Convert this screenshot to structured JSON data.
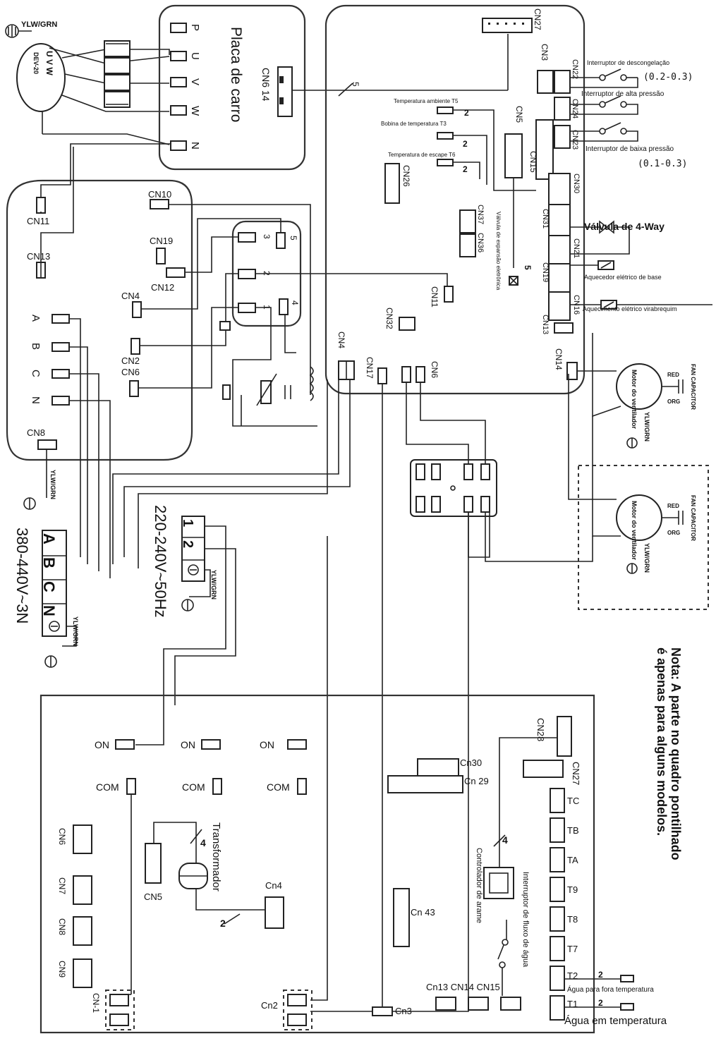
{
  "top_left": {
    "earth_top": "YLW/GRN",
    "compressor_uvw": "U V W",
    "compressor_id": "DEV-20"
  },
  "driver_board": {
    "title": "Placa de carro",
    "terminals": [
      "P",
      "U",
      "V",
      "W",
      "N"
    ],
    "connector": "CN6 14"
  },
  "filter_board": {
    "connectors": [
      "CN11",
      "CN13",
      "CN10",
      "CN19",
      "CN12",
      "CN4",
      "CN2",
      "CN6",
      "CN8"
    ],
    "terminals": [
      "A",
      "B",
      "C",
      "N"
    ],
    "relay_pins": [
      "3",
      "2",
      "1"
    ],
    "relay_coil": [
      "5",
      "4"
    ],
    "earth": "YLW/GRN"
  },
  "main_board": {
    "connectors": [
      "CN27",
      "CN3",
      "CN22",
      "CN24",
      "CN23",
      "CN5",
      "CN15",
      "CN26",
      "CN30",
      "CN31",
      "CN21",
      "CN19",
      "CN16",
      "CN13",
      "CN37",
      "CN36",
      "CN11",
      "CN32",
      "CN4",
      "CN17",
      "CN6",
      "CN14"
    ],
    "wire_count_5": "5",
    "wire_count_2": "2",
    "sensor_t5": "Temperatura ambiente T5",
    "sensor_t3": "Bobina de temperatura T3",
    "sensor_t6": "Temperatura de escape T6",
    "exp_valve": "Válvula de expansão eletrônica"
  },
  "right_labels": {
    "defrost_switch": "Interruptor de descongelação",
    "defrost_range": "(0.2-0.3)",
    "high_pressure": "Interruptor de alta pressão",
    "low_pressure": "Interruptor de baixa pressão",
    "low_range": "(0.1-0.3)",
    "four_way": "Válvula de 4-Way",
    "base_heater": "Aquecedor elétrico de base",
    "crank_heater": "Aquecimento elétrico virabrequim"
  },
  "fans": {
    "motor": "Motor do ventilador",
    "red": "RED",
    "org": "ORG",
    "capacitor": "FAN CAPACITOR",
    "earth": "YLW/GRN"
  },
  "power": {
    "three_phase_terms": [
      "A",
      "B",
      "C",
      "N"
    ],
    "three_phase_label": "380-440V~3N",
    "single_phase_terms": [
      "1",
      "2"
    ],
    "single_phase_label": "220-240V~50Hz",
    "earth": "YLW/GRN"
  },
  "note": {
    "line1": "Nota: A parte no quadro pontilhado",
    "line2": "é apenas para alguns modelos."
  },
  "lower_board": {
    "relays": [
      "ON",
      "ON",
      "ON"
    ],
    "coms": [
      "COM",
      "COM",
      "COM"
    ],
    "left_cn": [
      "CN6",
      "CN7",
      "CN8",
      "CN9"
    ],
    "cn1": "CN-1",
    "transformer": "Transformador",
    "transformer_count": "4",
    "transformer_count2": "2",
    "cn5": "CN5",
    "cn4": "Cn4",
    "cn2": "Cn2",
    "cn3": "Cn3",
    "cn43": "Cn 43",
    "cn30": "Cn30",
    "cn29": "Cn 29",
    "cn28": "CN28",
    "cn27": "CN27",
    "sensors": [
      "TC",
      "TB",
      "TA",
      "T9",
      "T8",
      "T7",
      "T2",
      "T1"
    ],
    "wired_controller": "Controlador de arame",
    "controller_count": "4",
    "flow_switch": "Interruptor de fluxo de água",
    "bottom_cn": "Cn13 CN14 CN15",
    "water_out": "Água para fora temperatura",
    "water_in": "Água em temperatura",
    "t_count": "2"
  }
}
